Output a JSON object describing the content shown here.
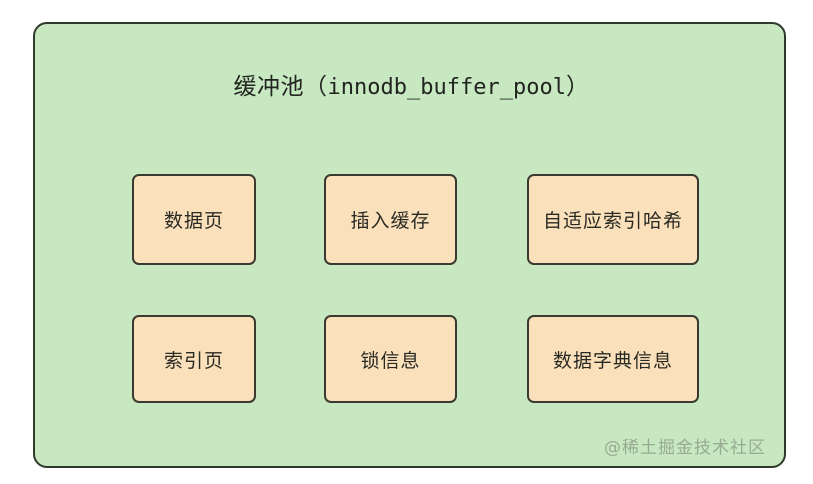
{
  "diagram": {
    "title_cn": "缓冲池",
    "title_paren_open": "（",
    "title_code": "innodb_buffer_pool",
    "title_paren_close": "）",
    "title_full": "缓冲池（innodb_buffer_pool）",
    "colors": {
      "page_background": "#ffffff",
      "container_fill": "#c8e8c2",
      "container_border": "#2f3a2c",
      "box_fill": "#fbe1bb",
      "box_border": "#3a3a30",
      "text": "#22251f",
      "watermark": "#6e7869"
    },
    "components": [
      {
        "id": "data-page",
        "label": "数据页",
        "row": 1,
        "col": 1
      },
      {
        "id": "insert-buffer",
        "label": "插入缓存",
        "row": 1,
        "col": 2
      },
      {
        "id": "adaptive-hash-index",
        "label": "自适应索引哈希",
        "row": 1,
        "col": 3
      },
      {
        "id": "index-page",
        "label": "索引页",
        "row": 2,
        "col": 1
      },
      {
        "id": "lock-info",
        "label": "锁信息",
        "row": 2,
        "col": 2
      },
      {
        "id": "data-dictionary-info",
        "label": "数据字典信息",
        "row": 2,
        "col": 3
      }
    ],
    "watermark": "@稀土掘金技术社区"
  }
}
